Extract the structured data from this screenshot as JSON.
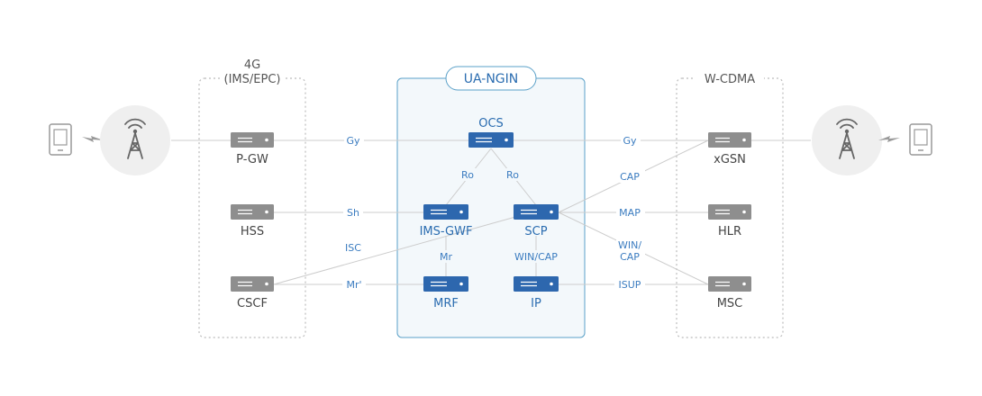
{
  "colors": {
    "line": "#cccccc",
    "server_gray": "#8e8e8e",
    "server_blue": "#2d67ae",
    "accent": "#3b7cc0",
    "panel_fill": "#f3f8fb",
    "panel_border": "#5aa0c8",
    "dashed_border": "#bbbbbb",
    "circle_fill": "#efefef"
  },
  "groups": {
    "epc": {
      "label_line1": "4G",
      "label_line2": "(IMS/EPC)"
    },
    "ngin": {
      "label": "UA-NGIN"
    },
    "wcdma": {
      "label": "W-CDMA"
    }
  },
  "nodes": {
    "pgw": "P-GW",
    "hss": "HSS",
    "cscf": "CSCF",
    "ocs": "OCS",
    "imsgwf": "IMS-GWF",
    "scp": "SCP",
    "mrf": "MRF",
    "ip": "IP",
    "xgsn": "xGSN",
    "hlr": "HLR",
    "msc": "MSC"
  },
  "edges": {
    "gy_left": "Gy",
    "gy_right": "Gy",
    "ro_left": "Ro",
    "ro_right": "Ro",
    "sh": "Sh",
    "map": "MAP",
    "isc": "ISC",
    "cap": "CAP",
    "mr": "Mr",
    "win_cap_mid": "WIN/CAP",
    "win_cap_right_1": "WIN/",
    "win_cap_right_2": "CAP",
    "mr_prime": "Mr'",
    "isup": "ISUP"
  },
  "icons": {
    "left_phone": "mobile-phone-icon",
    "left_tower": "cell-tower-icon",
    "right_phone": "mobile-phone-icon",
    "right_tower": "cell-tower-icon",
    "signal": "lightning-bolt-icon"
  }
}
